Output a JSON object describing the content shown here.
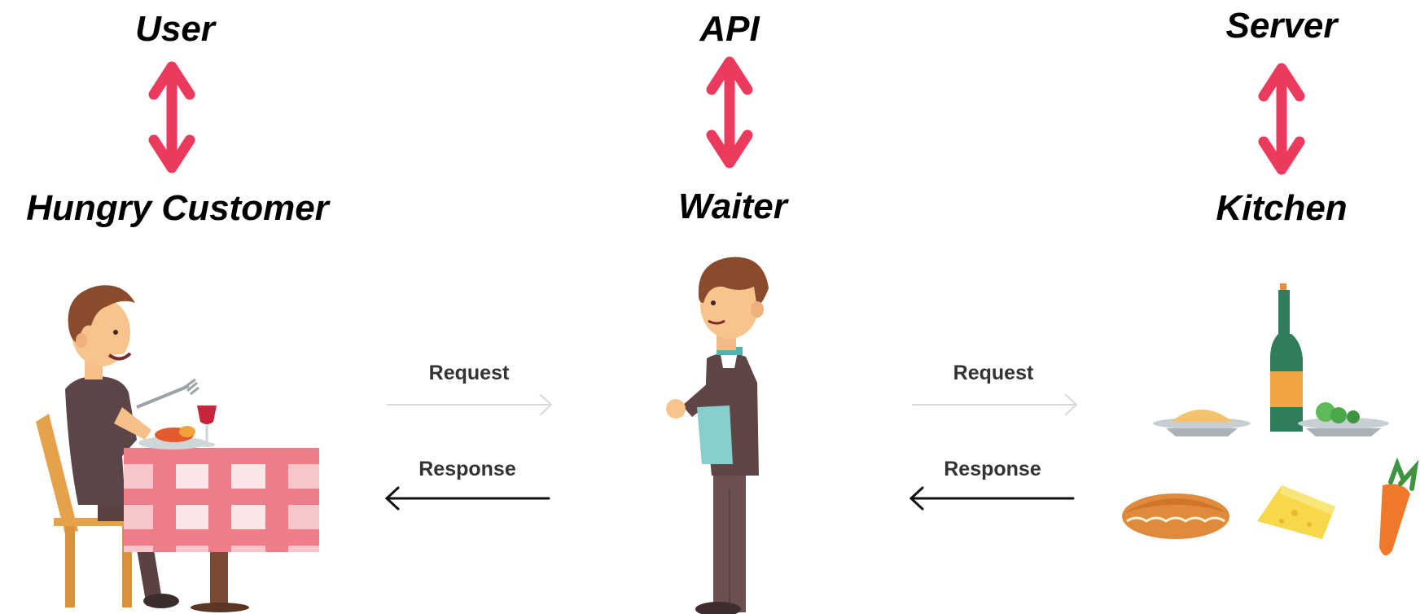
{
  "columns": [
    {
      "top_label": "User",
      "bottom_label": "Hungry Customer"
    },
    {
      "top_label": "API",
      "bottom_label": "Waiter"
    },
    {
      "top_label": "Server",
      "bottom_label": "Kitchen"
    }
  ],
  "flows": [
    {
      "request_label": "Request",
      "response_label": "Response"
    },
    {
      "request_label": "Request",
      "response_label": "Response"
    }
  ],
  "colors": {
    "double_arrow": "#ec3a5f",
    "request_arrow": "#d8d8d8",
    "response_arrow": "#111111"
  }
}
